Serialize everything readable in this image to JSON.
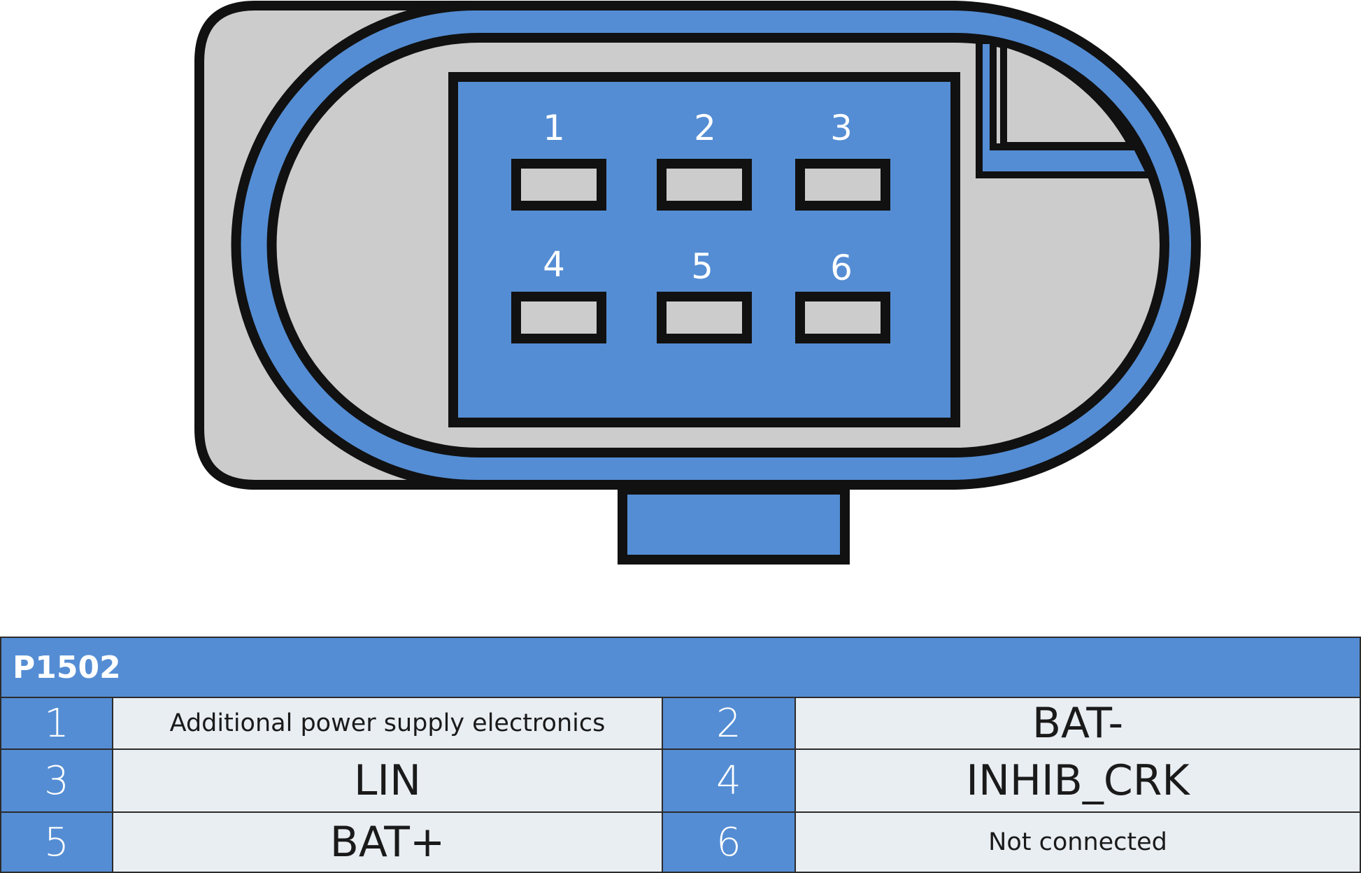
{
  "connector": {
    "pins": [
      {
        "number": "1"
      },
      {
        "number": "2"
      },
      {
        "number": "3"
      },
      {
        "number": "4"
      },
      {
        "number": "5"
      },
      {
        "number": "6"
      }
    ],
    "colors": {
      "blue": "#548dd4",
      "gray": "#cccccc",
      "outline": "#111111"
    }
  },
  "table": {
    "title": "P1502",
    "rows": [
      [
        {
          "pin": "1",
          "signal": "Additional power supply electronics"
        },
        {
          "pin": "2",
          "signal": "BAT-"
        }
      ],
      [
        {
          "pin": "3",
          "signal": "LIN"
        },
        {
          "pin": "4",
          "signal": "INHIB_CRK"
        }
      ],
      [
        {
          "pin": "5",
          "signal": "BAT+"
        },
        {
          "pin": "6",
          "signal": "Not connected"
        }
      ]
    ]
  }
}
